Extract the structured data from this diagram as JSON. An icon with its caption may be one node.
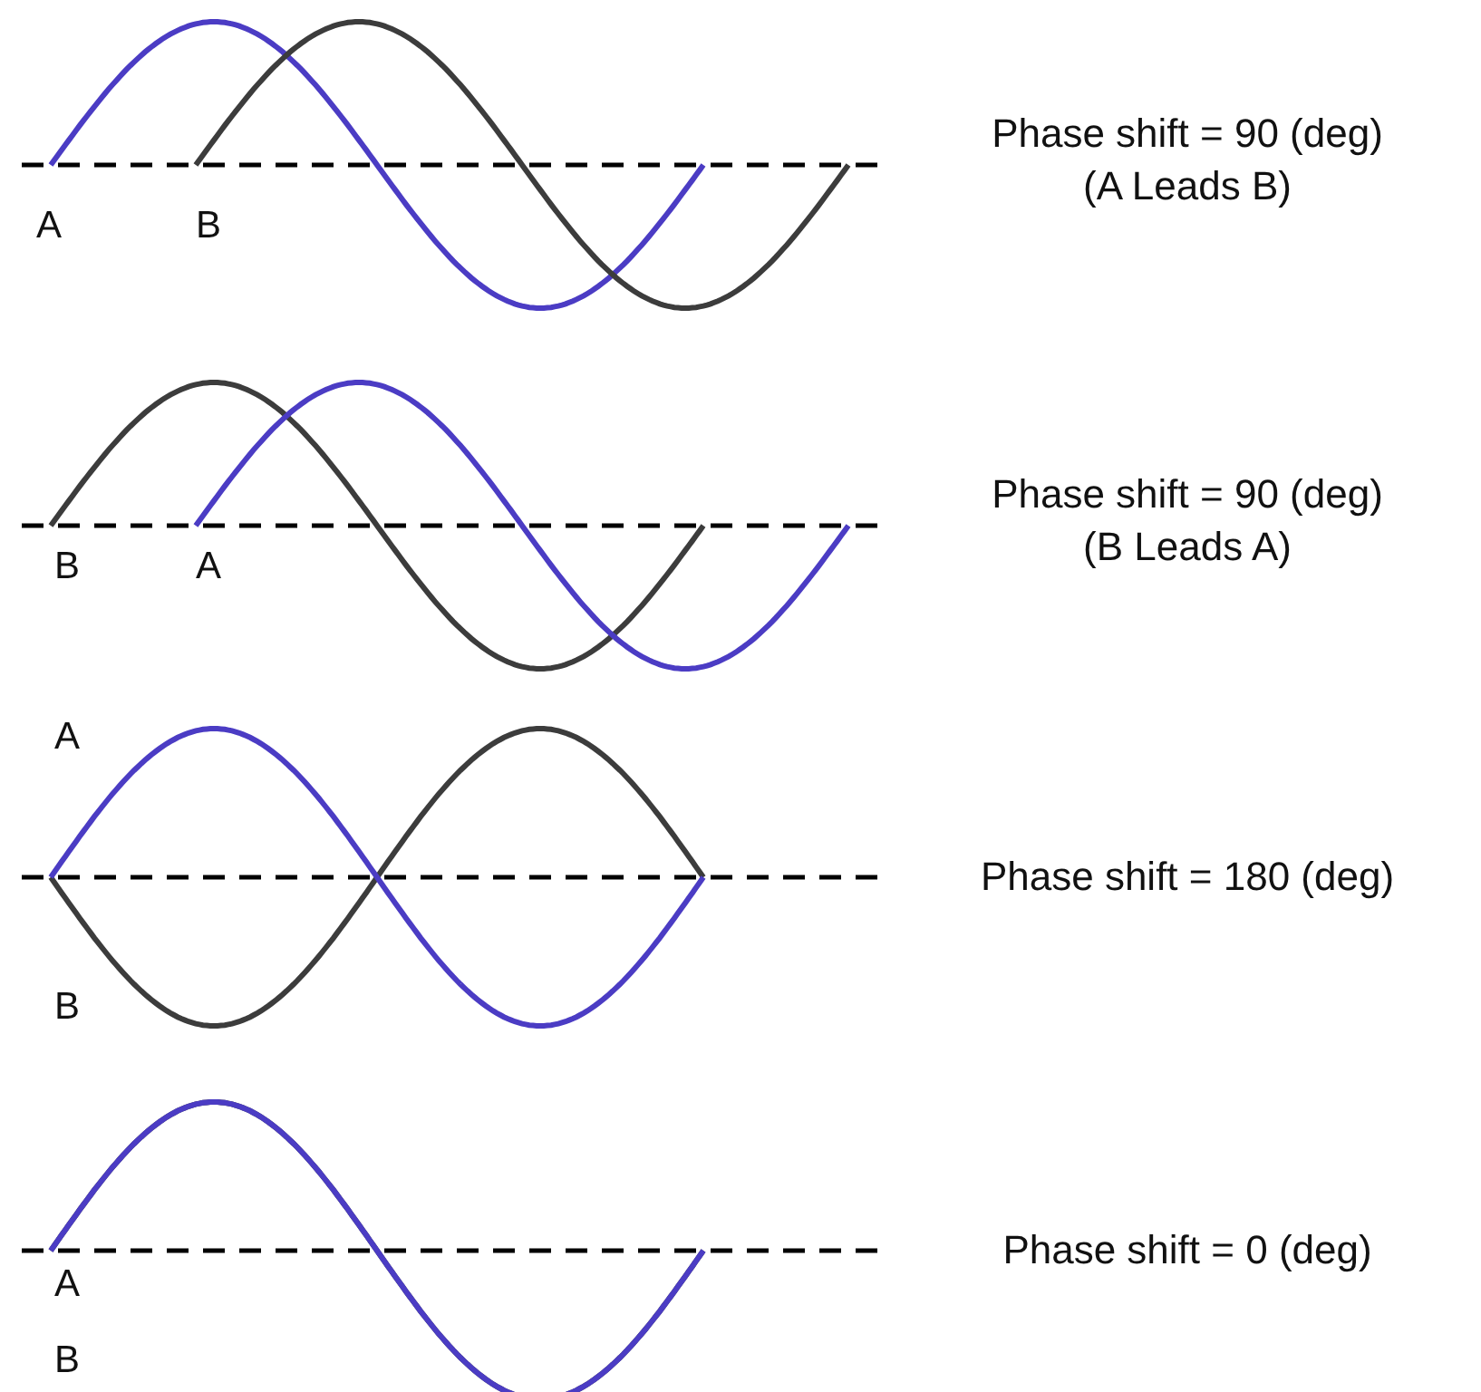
{
  "diagram": {
    "labels": [
      "A",
      "B",
      "Phase shift = 90 (deg)",
      "(A Leads B)",
      "B",
      "A",
      "Phase shift = 90 (deg)",
      "(B Leads A)",
      "A",
      "Phase shift = 180 (deg)",
      "B",
      "A",
      "Phase shift = 0 (deg)",
      "B"
    ]
  }
}
